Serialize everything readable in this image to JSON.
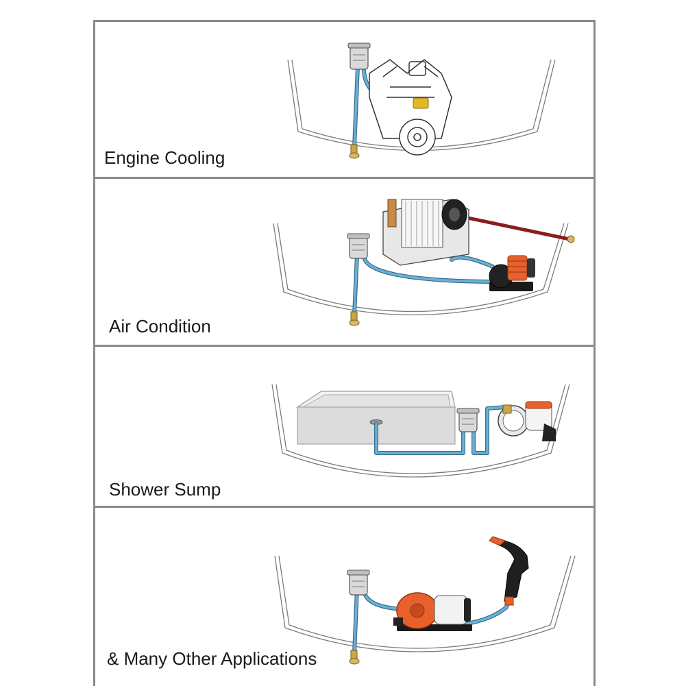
{
  "panels": [
    {
      "label": "Engine Cooling",
      "equipment": "engine-icon"
    },
    {
      "label": "Air Condition",
      "equipment": "air-conditioner-icon"
    },
    {
      "label": "Shower Sump",
      "equipment": "shower-tray-icon"
    },
    {
      "label": "& Many Other Applications",
      "equipment": "washdown-hose-icon"
    }
  ],
  "colors": {
    "hose": "#6ab1d6",
    "hose_outline": "#3b6e8c",
    "hull": "#7a7a7a",
    "fitting": "#c9a64a",
    "pump_orange": "#e8612c",
    "panel_border": "#8a8a8a"
  }
}
